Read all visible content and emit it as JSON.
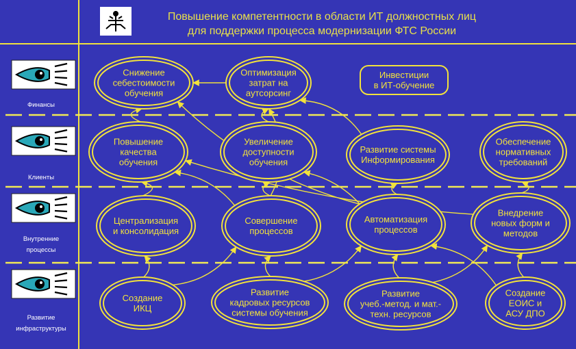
{
  "title": {
    "line1": "Повышение компетентности в области ИТ должностных лиц",
    "line2": "для поддержки процесса модернизации ФТС России"
  },
  "lanes": [
    {
      "id": "finance",
      "lines": [
        "Финансы"
      ],
      "icon": "eye-icon"
    },
    {
      "id": "clients",
      "lines": [
        "Клиенты"
      ],
      "icon": "eye-icon"
    },
    {
      "id": "internal",
      "lines": [
        "Внутренние",
        "процессы"
      ],
      "icon": "eye-icon"
    },
    {
      "id": "infra",
      "lines": [
        "Развитие",
        "инфраструктуры"
      ],
      "icon": "eye-icon"
    }
  ],
  "nodes": [
    {
      "id": "cost-reduction",
      "lines": [
        "Снижение",
        "себестоимости",
        "обучения"
      ]
    },
    {
      "id": "outsourcing",
      "lines": [
        "Оптимизация",
        "затрат на",
        "аутсорсинг"
      ]
    },
    {
      "id": "investment",
      "lines": [
        "Инвестиции",
        "в ИТ-обучение"
      ]
    },
    {
      "id": "quality",
      "lines": [
        "Повышение",
        "качества",
        "обучения"
      ]
    },
    {
      "id": "access",
      "lines": [
        "Увеличение",
        "доступности",
        "обучения"
      ]
    },
    {
      "id": "informing",
      "lines": [
        "Развитие системы",
        "Информирования"
      ]
    },
    {
      "id": "normative",
      "lines": [
        "Обеспечение",
        "нормативных",
        "требований"
      ]
    },
    {
      "id": "centralization",
      "lines": [
        "Централизация",
        "и консолидация"
      ]
    },
    {
      "id": "improvement",
      "lines": [
        "Совершение",
        "процессов"
      ]
    },
    {
      "id": "automation",
      "lines": [
        "Автоматизация",
        "процессов"
      ]
    },
    {
      "id": "new-forms",
      "lines": [
        "Внедрение",
        "новых форм и",
        "методов"
      ]
    },
    {
      "id": "iks",
      "lines": [
        "Создание",
        "ИКЦ"
      ]
    },
    {
      "id": "personnel",
      "lines": [
        "Развитие",
        "кадровых ресурсов",
        "системы обучения"
      ]
    },
    {
      "id": "edu-resources",
      "lines": [
        "Развитие",
        "учеб.-метод. и мат.-",
        "техн. ресурсов"
      ]
    },
    {
      "id": "eois",
      "lines": [
        "Создание",
        "ЕОИС и",
        "АСУ ДПО"
      ]
    }
  ],
  "edges": [
    [
      "outsourcing",
      "cost-reduction"
    ],
    [
      "quality",
      "cost-reduction"
    ],
    [
      "informing",
      "outsourcing"
    ],
    [
      "access",
      "outsourcing"
    ],
    [
      "centralization",
      "quality"
    ],
    [
      "improvement",
      "quality"
    ],
    [
      "improvement",
      "access"
    ],
    [
      "automation",
      "access"
    ],
    [
      "new-forms",
      "quality"
    ],
    [
      "automation",
      "informing"
    ],
    [
      "new-forms",
      "normative"
    ],
    [
      "iks",
      "centralization"
    ],
    [
      "iks",
      "improvement"
    ],
    [
      "personnel",
      "improvement"
    ],
    [
      "personnel",
      "automation"
    ],
    [
      "edu-resources",
      "automation"
    ],
    [
      "edu-resources",
      "new-forms"
    ],
    [
      "eois",
      "new-forms"
    ],
    [
      "eois",
      "automation"
    ],
    [
      "improvement",
      "outsourcing"
    ],
    [
      "automation",
      "cost-reduction"
    ]
  ],
  "colors": {
    "background": "#3535b5",
    "accent": "#f2e23c",
    "dash": "#f2ea55",
    "label": "#ffffff"
  }
}
